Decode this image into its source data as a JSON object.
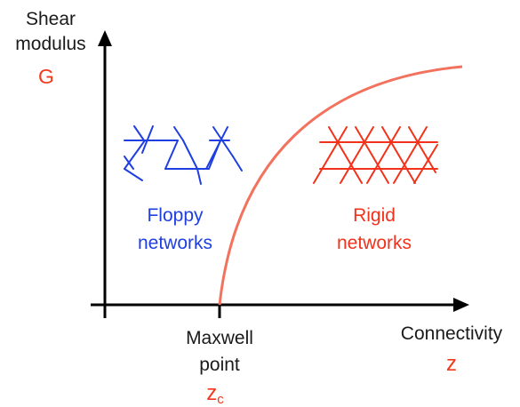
{
  "y_axis": {
    "label_line1": "Shear",
    "label_line2": "modulus",
    "symbol": "G"
  },
  "x_axis": {
    "label": "Connectivity",
    "symbol": "z"
  },
  "maxwell": {
    "label_line1": "Maxwell",
    "label_line2": "point",
    "symbol": "z",
    "symbol_subscript": "c"
  },
  "regions": {
    "floppy": {
      "line1": "Floppy",
      "line2": "networks"
    },
    "rigid": {
      "line1": "Rigid",
      "line2": "networks"
    }
  },
  "colors": {
    "axis": "#000000",
    "accent_red": "#f23a1e",
    "curve": "#f2725e",
    "floppy_blue": "#1f3fe0",
    "rigid_red": "#f2321a",
    "text_dark": "#1a1a1a"
  }
}
